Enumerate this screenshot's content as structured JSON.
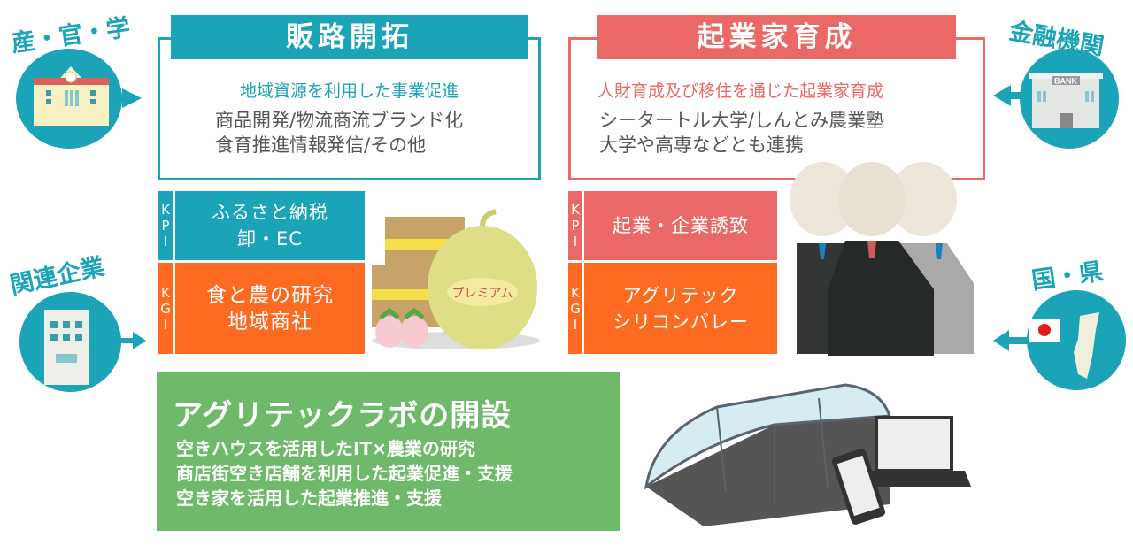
{
  "actors": {
    "academia": "産・官・学",
    "finance": "金融機関",
    "companies": "関連企業",
    "government": "国・県",
    "bank_sign": "BANK"
  },
  "sales": {
    "title": "販路開拓",
    "subtitle": "地域資源を利用した事業促進",
    "lines": [
      "商品開発/物流商流ブランド化",
      "食育推進情報発信/その他"
    ],
    "kpi_label": [
      "K",
      "P",
      "I"
    ],
    "kpi": [
      "ふるさと納税",
      "卸・EC"
    ],
    "kgi_label": [
      "K",
      "G",
      "I"
    ],
    "kgi": [
      "食と農の研究",
      "地域商社"
    ]
  },
  "entrepreneur": {
    "title": "起業家育成",
    "subtitle": "人財育成及び移住を通じた起業家育成",
    "lines": [
      "シータートル大学/しんとみ農業塾",
      "大学や高専などとも連携"
    ],
    "kpi_label": [
      "K",
      "P",
      "I"
    ],
    "kpi": [
      "起業・企業誘致"
    ],
    "kgi_label": [
      "K",
      "G",
      "I"
    ],
    "kgi": [
      "アグリテック",
      "シリコンバレー"
    ]
  },
  "lab": {
    "title": "アグリテックラボの開設",
    "lines": [
      "空きハウスを活用したIT×農業の研究",
      "商店街空き店舗を利用した起業促進・支援",
      "空き家を活用した起業推進・支援"
    ]
  },
  "premium_label": "プレミアム",
  "colors": {
    "teal": "#1ba3b8",
    "red": "#ea6866",
    "orange": "#fd6a22",
    "green": "#6fba6a"
  }
}
